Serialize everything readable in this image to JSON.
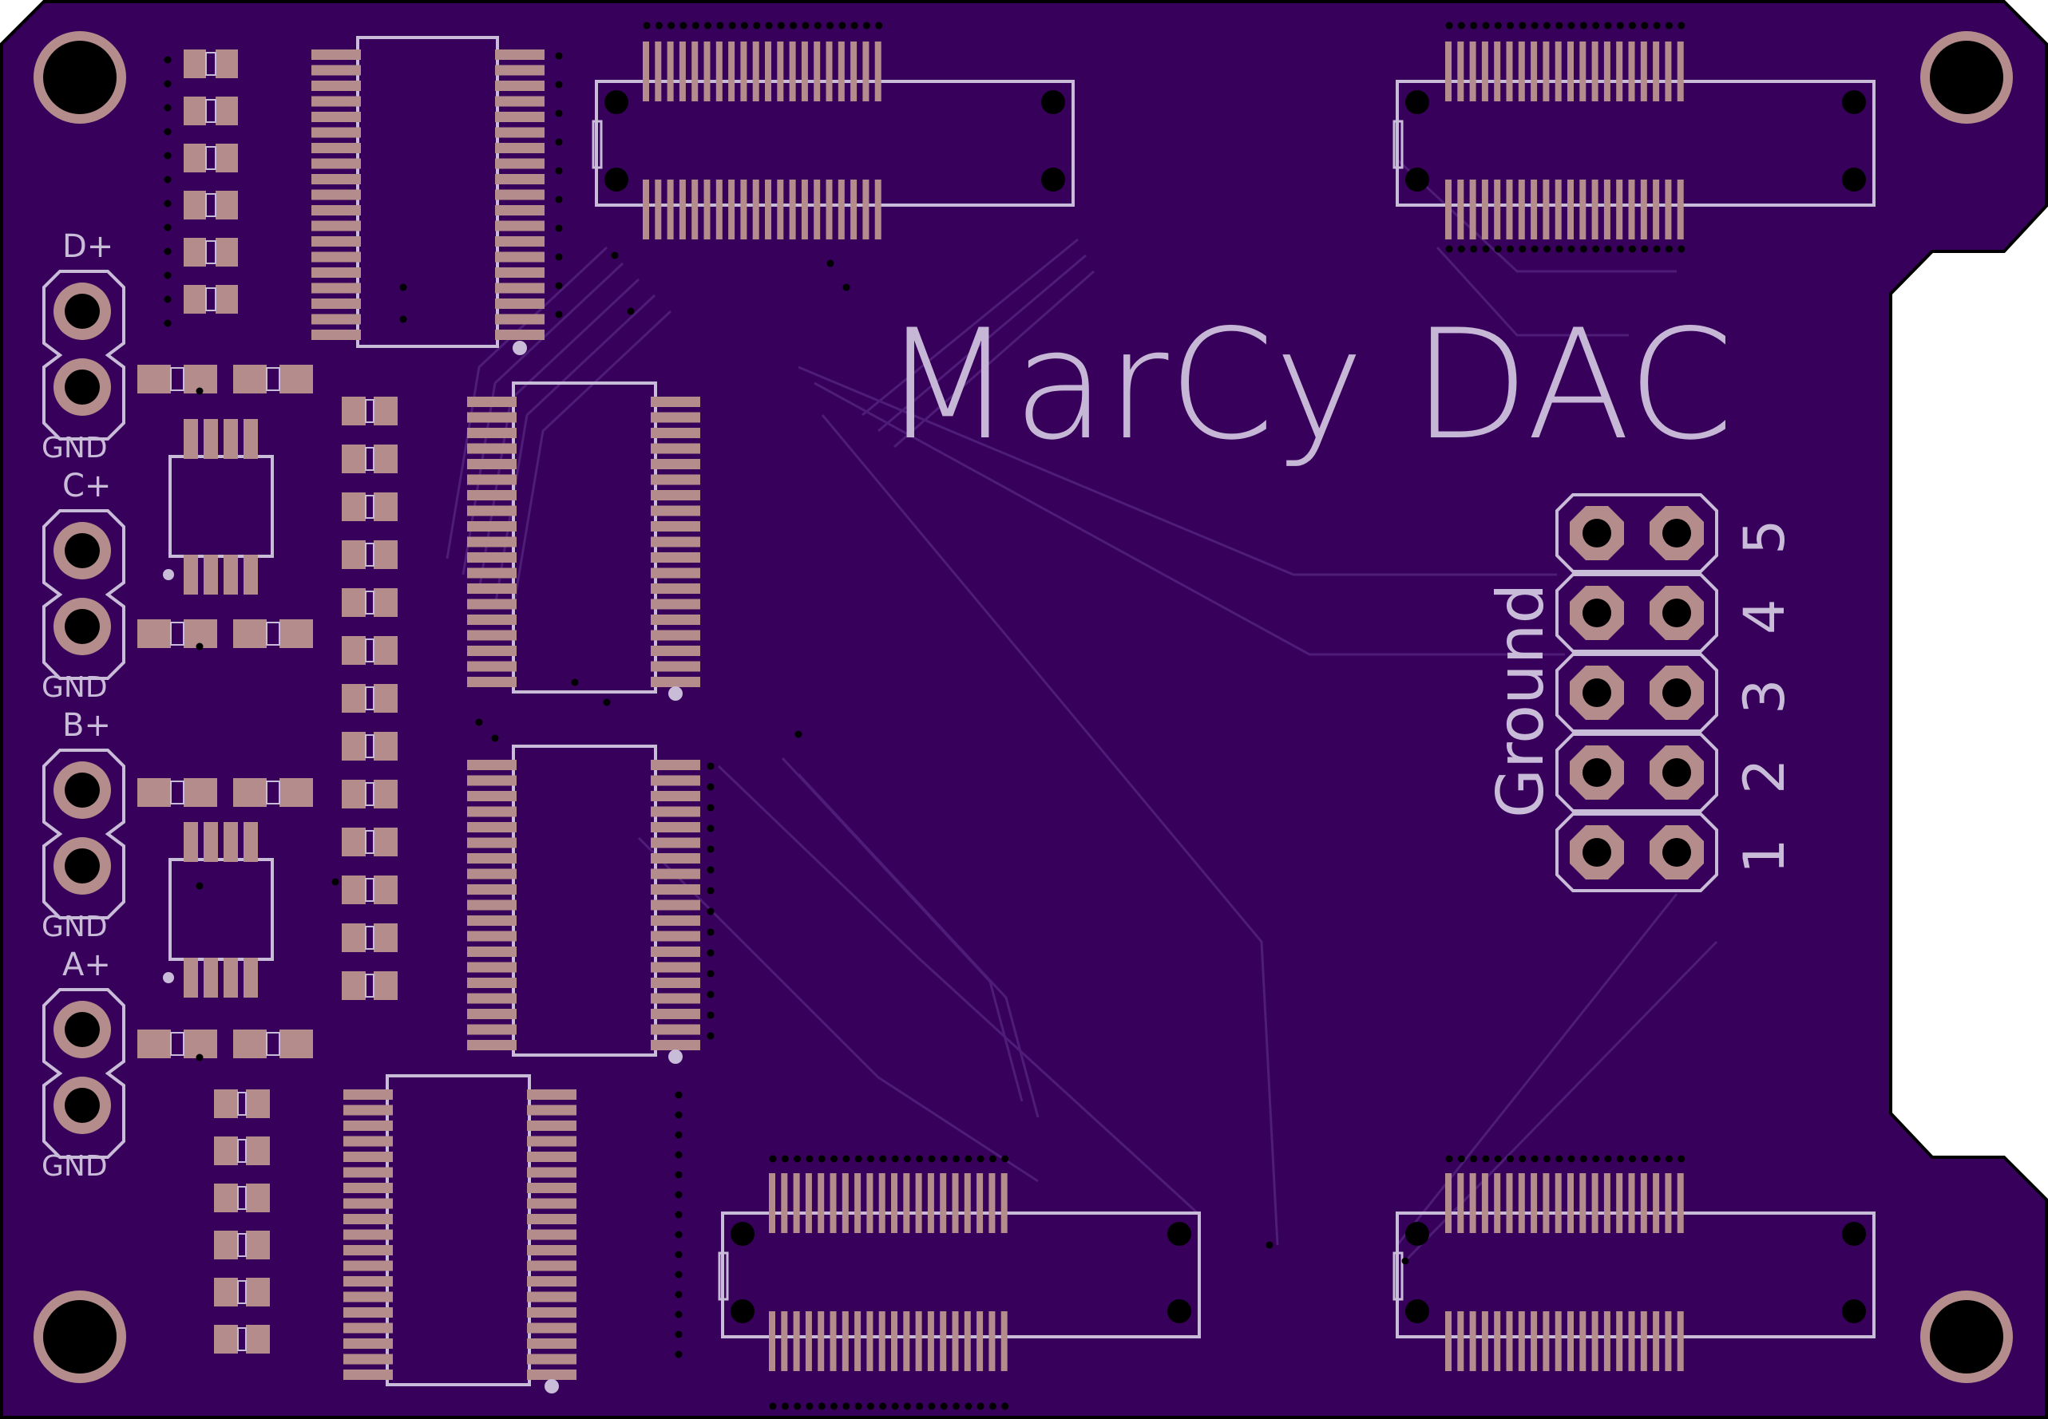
{
  "board": {
    "title": "MarCy DAC",
    "colors": {
      "soldermask": "#37005a",
      "copper_pad": "#b48c8c",
      "silkscreen": "#c9bcd9",
      "trace": "#4a1a72",
      "outline": "#000000",
      "background": "#ffffff"
    }
  },
  "terminals": [
    {
      "signal": "D+",
      "ground": "GND"
    },
    {
      "signal": "C+",
      "ground": "GND"
    },
    {
      "signal": "B+",
      "ground": "GND"
    },
    {
      "signal": "A+",
      "ground": "GND"
    }
  ],
  "header": {
    "ground_label": "Ground",
    "pin_numbers": [
      "5",
      "4",
      "3",
      "2",
      "1"
    ]
  },
  "icons": {
    "mounting_hole": "mounting-hole-icon",
    "via": "via-icon"
  }
}
